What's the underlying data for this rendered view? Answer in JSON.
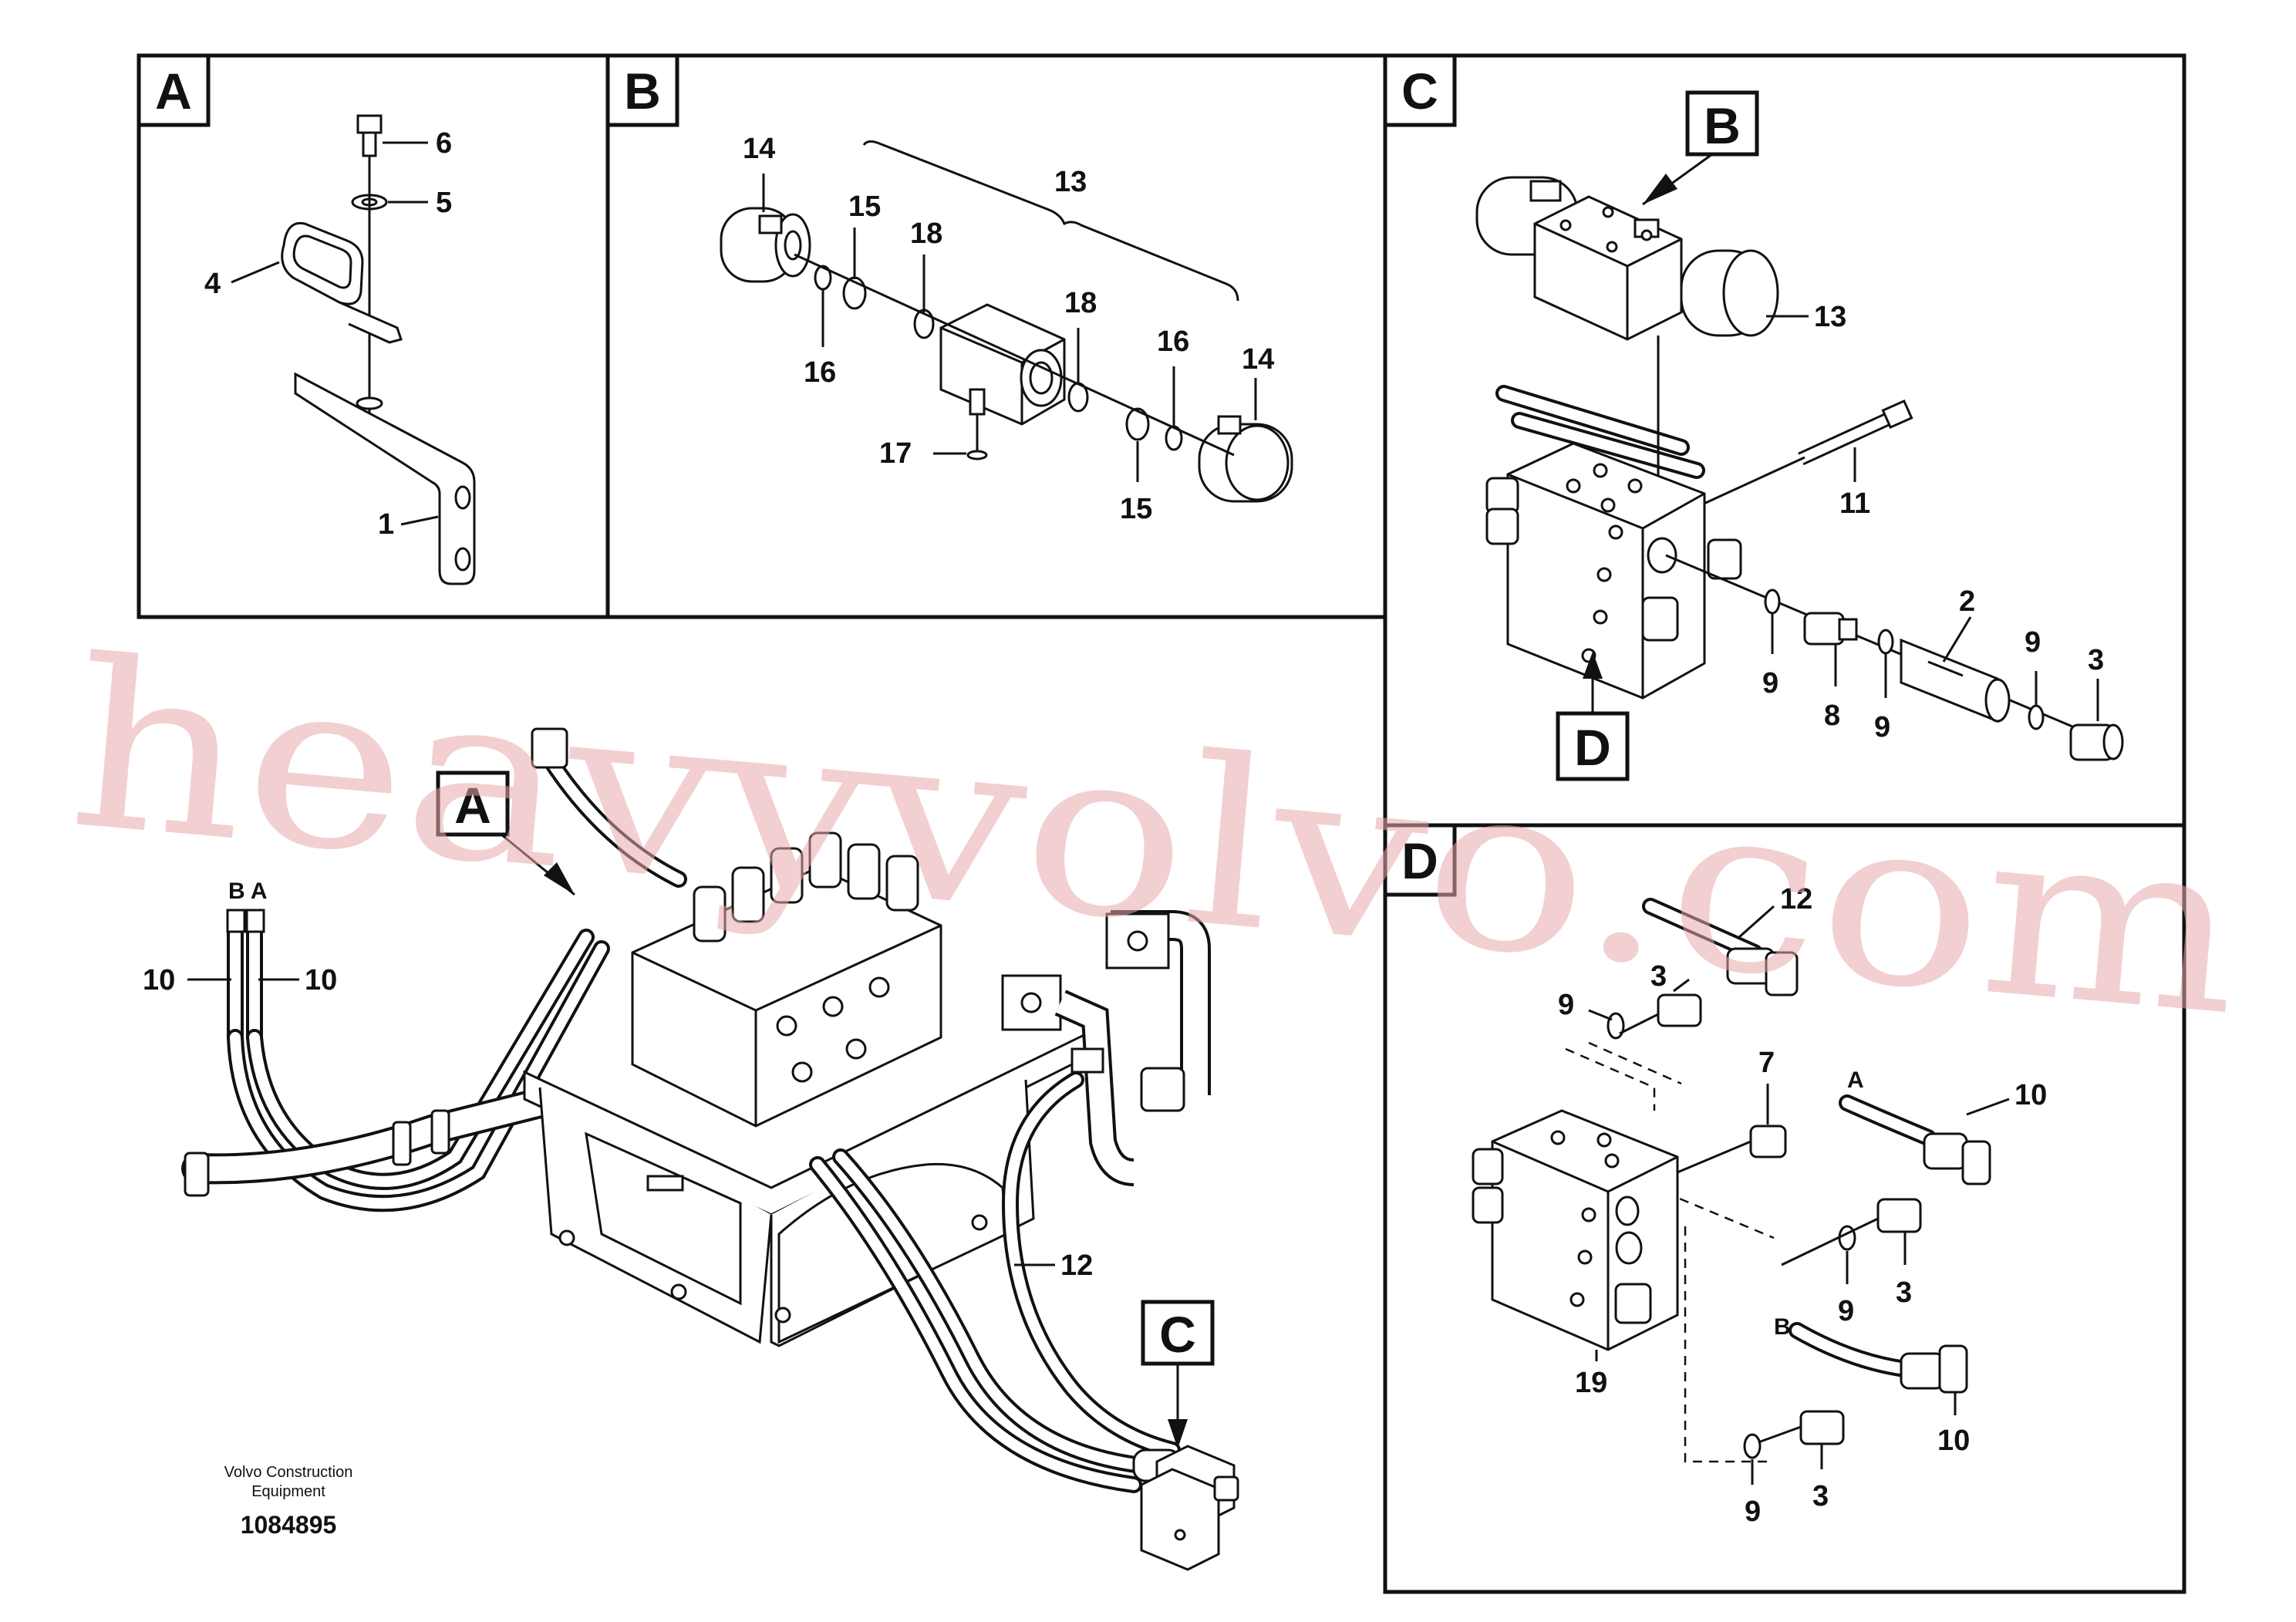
{
  "panels": {
    "a": {
      "letter": "A"
    },
    "b": {
      "letter": "B"
    },
    "c": {
      "letter": "C"
    },
    "d": {
      "letter": "D"
    }
  },
  "callouts": {
    "a": {
      "p6": "6",
      "p5": "5",
      "p4": "4",
      "p1": "1"
    },
    "b": {
      "p14a": "14",
      "p13": "13",
      "p15a": "15",
      "p18a": "18",
      "p16a": "16",
      "p18b": "18",
      "p16b": "16",
      "p14b": "14",
      "p17": "17",
      "p15b": "15"
    },
    "c": {
      "refB": "B",
      "p13": "13",
      "p11": "11",
      "p2": "2",
      "p9a": "9",
      "p8": "8",
      "p9b": "9",
      "p9c": "9",
      "p3": "3",
      "refD": "D"
    },
    "d": {
      "p12": "12",
      "p3a": "3",
      "p9a": "9",
      "p7": "7",
      "portA": "A",
      "p10a": "10",
      "p9b": "9",
      "p3b": "3",
      "p19": "19",
      "portB": "B",
      "p10b": "10",
      "p9c": "9",
      "p3c": "3"
    },
    "main": {
      "refA": "A",
      "portBA": "B A",
      "p10a": "10",
      "p10b": "10",
      "p12": "12",
      "refC": "C"
    }
  },
  "footer": {
    "brand_line1": "Volvo Construction",
    "brand_line2": "Equipment",
    "doc_number": "1084895"
  },
  "watermark": "heavyvolvo.com"
}
